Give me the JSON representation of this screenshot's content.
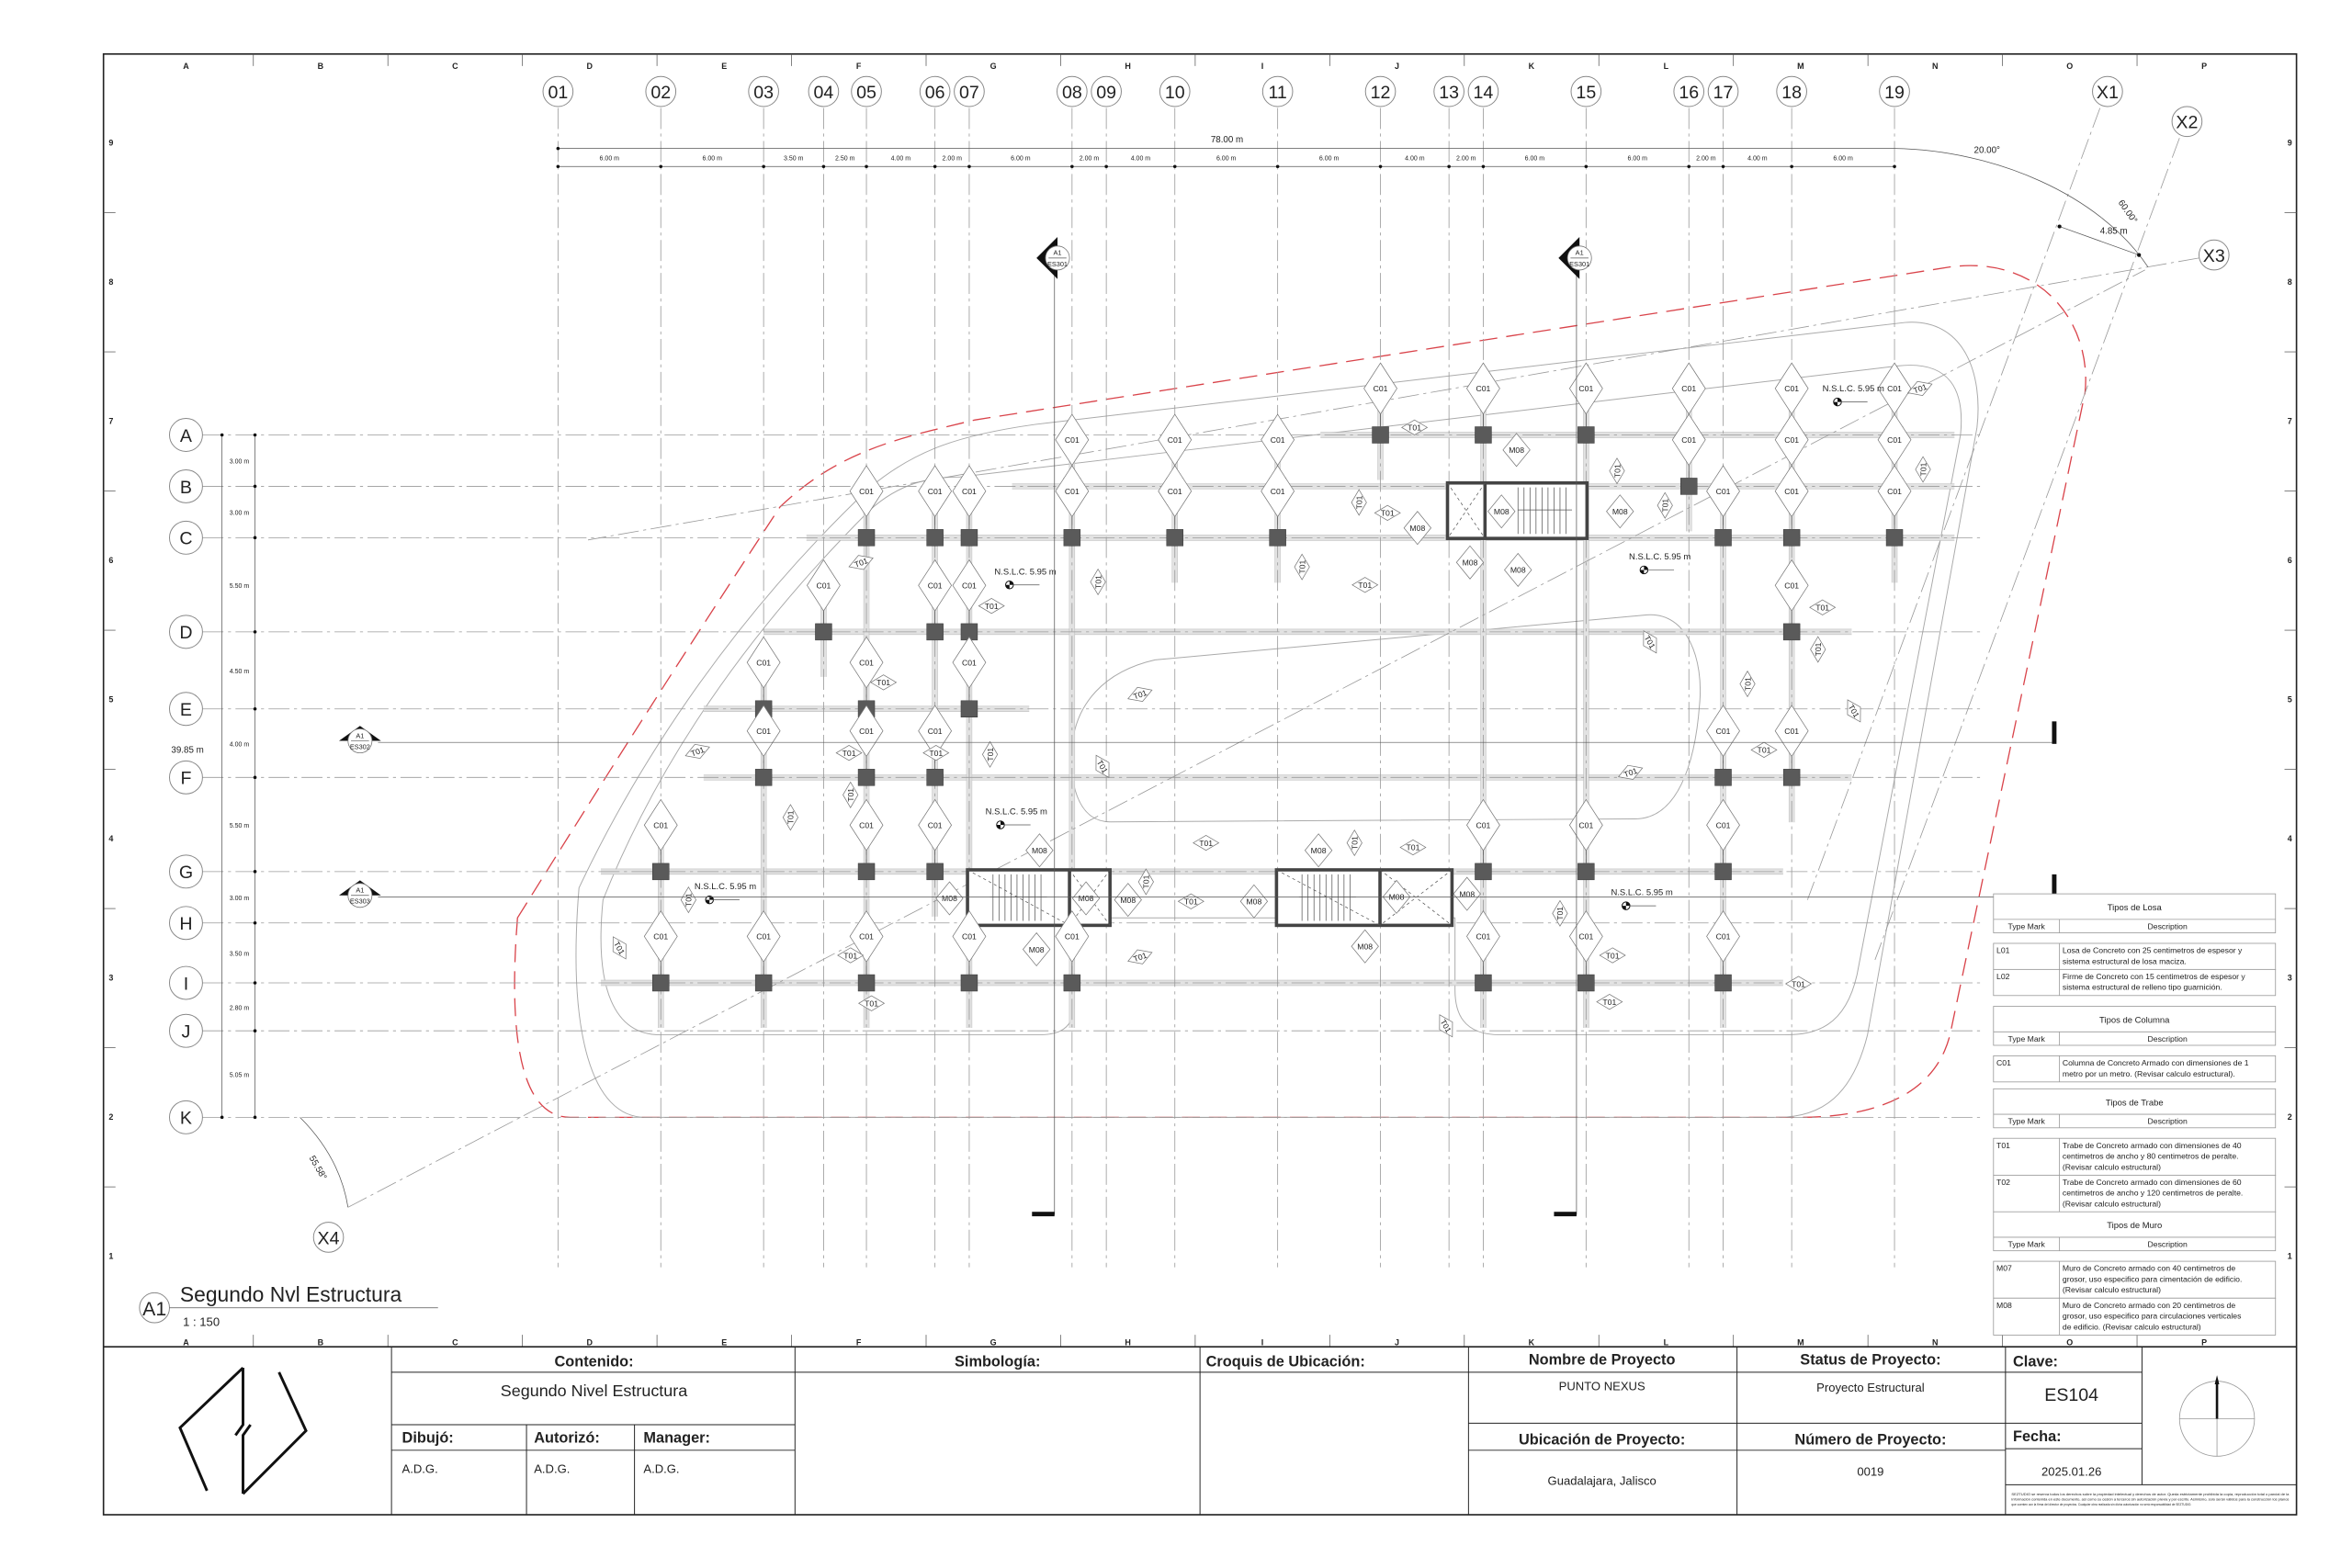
{
  "sheet": {
    "edge_letters": [
      "A",
      "B",
      "C",
      "D",
      "E",
      "F",
      "G",
      "H",
      "I",
      "J",
      "K",
      "L",
      "M",
      "N",
      "O",
      "P"
    ],
    "edge_numbers": [
      "9",
      "8",
      "7",
      "6",
      "5",
      "4",
      "3",
      "2",
      "1"
    ]
  },
  "plan": {
    "title": "Segundo Nvl Estructura",
    "view_id": "A1",
    "scale": "1 : 150",
    "grid_columns": [
      "01",
      "02",
      "03",
      "04",
      "05",
      "06",
      "07",
      "08",
      "09",
      "10",
      "11",
      "12",
      "13",
      "14",
      "15",
      "16",
      "17",
      "18",
      "19"
    ],
    "column_spacing_m": [
      6,
      6,
      3.5,
      2.5,
      4,
      2,
      6,
      2,
      4,
      6,
      6,
      4,
      2,
      6,
      6,
      2,
      4,
      6
    ],
    "column_spacing_labels": [
      "6.00 m",
      "6.00 m",
      "3.50 m",
      "2.50 m",
      "4.00 m",
      "2.00 m",
      "6.00 m",
      "2.00 m",
      "4.00 m",
      "6.00 m",
      "6.00 m",
      "4.00 m",
      "2.00 m",
      "6.00 m",
      "6.00 m",
      "2.00 m",
      "4.00 m",
      "6.00 m"
    ],
    "total_width": "78.00 m",
    "grid_rows": [
      "A",
      "B",
      "C",
      "D",
      "E",
      "F",
      "G",
      "H",
      "I",
      "J",
      "K"
    ],
    "row_spacing_m": [
      3,
      3,
      5.5,
      4.5,
      4,
      5.5,
      3,
      3.5,
      2.8,
      5.05
    ],
    "row_spacing_labels": [
      "3.00 m",
      "3.00 m",
      "5.50 m",
      "4.50 m",
      "4.00 m",
      "5.50 m",
      "3.00 m",
      "3.50 m",
      "2.80 m",
      "5.05 m"
    ],
    "total_height": "39.85 m",
    "skew_axes": [
      "X1",
      "X2",
      "X3",
      "X4"
    ],
    "angle_1": "20.00°",
    "angle_2": "60.00°",
    "angle_3": "55.58°",
    "skew_dim": "4.85 m",
    "column_tag": "C01",
    "beam_tag": "T01",
    "wall_tag": "M08",
    "level_tag": "N.S.L.C. 5.95 m",
    "columns": {
      "A": [
        "12",
        "14",
        "15",
        "16",
        "18",
        "19"
      ],
      "B": [
        "08",
        "10",
        "11",
        "16",
        "18",
        "19"
      ],
      "C": [
        "05",
        "06",
        "07",
        "08",
        "10",
        "11",
        "17",
        "18",
        "19"
      ],
      "D": [
        "04",
        "06",
        "07",
        "18"
      ],
      "E": [
        "03",
        "05",
        "07"
      ],
      "F": [
        "03",
        "05",
        "06",
        "17",
        "18"
      ],
      "G": [
        "02",
        "05",
        "06",
        "14",
        "15",
        "17"
      ],
      "I": [
        "02",
        "03",
        "05",
        "07",
        "08",
        "14",
        "15",
        "17"
      ]
    },
    "sections": [
      {
        "view": "A1",
        "sheet": "ES301"
      },
      {
        "view": "A1",
        "sheet": "ES301"
      },
      {
        "view": "A1",
        "sheet": "ES302"
      },
      {
        "view": "A1",
        "sheet": "ES303"
      }
    ]
  },
  "legend": {
    "type_mark": "Type Mark",
    "description": "Description",
    "tables": [
      {
        "title": "Tipos de Losa",
        "rows": [
          {
            "mark": "L01",
            "lines": [
              "Losa de Concreto con 25 centimetros de espesor y",
              "sistema estructural de losa maciza."
            ]
          },
          {
            "mark": "L02",
            "lines": [
              "Firme de Concreto con 15 centimetros de espesor y",
              "sistema estructural de relleno tipo guarnición."
            ]
          }
        ]
      },
      {
        "title": "Tipos de Columna",
        "rows": [
          {
            "mark": "C01",
            "lines": [
              "Columna de Concreto Armado con dimensiones de 1",
              "metro por un metro. (Revisar calculo estructural)."
            ]
          }
        ]
      },
      {
        "title": "Tipos de Trabe",
        "rows": [
          {
            "mark": "T01",
            "lines": [
              "Trabe de Concreto armado con dimensiones de 40",
              "centimetros de ancho y 80 centimetros de peralte.",
              "(Revisar calculo estructural)"
            ]
          },
          {
            "mark": "T02",
            "lines": [
              "Trabe de Concreto armado con dimensiones de 60",
              "centimetros de ancho y 120 centimetros de peralte.",
              "(Revisar calculo estructural)"
            ]
          }
        ]
      },
      {
        "title": "Tipos de Muro",
        "rows": [
          {
            "mark": "M07",
            "lines": [
              "Muro de Concreto armado con 40 centimetros de",
              "grosor, uso especifico para cimentación de edificio.",
              "(Revisar calculo estructural)"
            ]
          },
          {
            "mark": "M08",
            "lines": [
              "Muro de Concreto armado con 20 centimetros de",
              "grosor, uso especifico para circulaciones verticales",
              "de edificio. (Revisar calculo estructural)"
            ]
          }
        ]
      }
    ]
  },
  "title_block": {
    "contenido_label": "Contenido:",
    "contenido": "Segundo Nivel Estructura",
    "simbologia_label": "Simbología:",
    "croquis_label": "Croquis de Ubicación:",
    "dibujo_label": "Dibujó:",
    "autorizo_label": "Autorizó:",
    "manager_label": "Manager:",
    "dibujo": "A.D.G.",
    "autorizo": "A.D.G.",
    "manager": "A.D.G.",
    "nombre_label": "Nombre de Proyecto",
    "nombre": "PUNTO NEXUS",
    "status_label": "Status de Proyecto:",
    "status": "Proyecto Estructural",
    "clave_label": "Clave:",
    "clave": "ES104",
    "ubicacion_label": "Ubicación de Proyecto:",
    "ubicacion": "Guadalajara, Jalisco",
    "numero_label": "Número de Proyecto:",
    "numero": "0019",
    "fecha_label": "Fecha:",
    "fecha": "2025.01.26",
    "disclaimer": [
      "SEZTUDIO se reserva todos los derechos sobre la propiedad intelectual y derechos de autor. Queda estrictamente prohibida la copia, reproducción total o parcial de la",
      "información contenida en este documento, así como su cesión a terceros sin autorización previa y por escrito. Asimismo, solo serán válidos para la construcción los planos",
      "que cuenten con la firma del director de proyectos. Cualquier obra realizada sin dicha autorización no será responsabilidad de SEZTUDIO."
    ]
  }
}
